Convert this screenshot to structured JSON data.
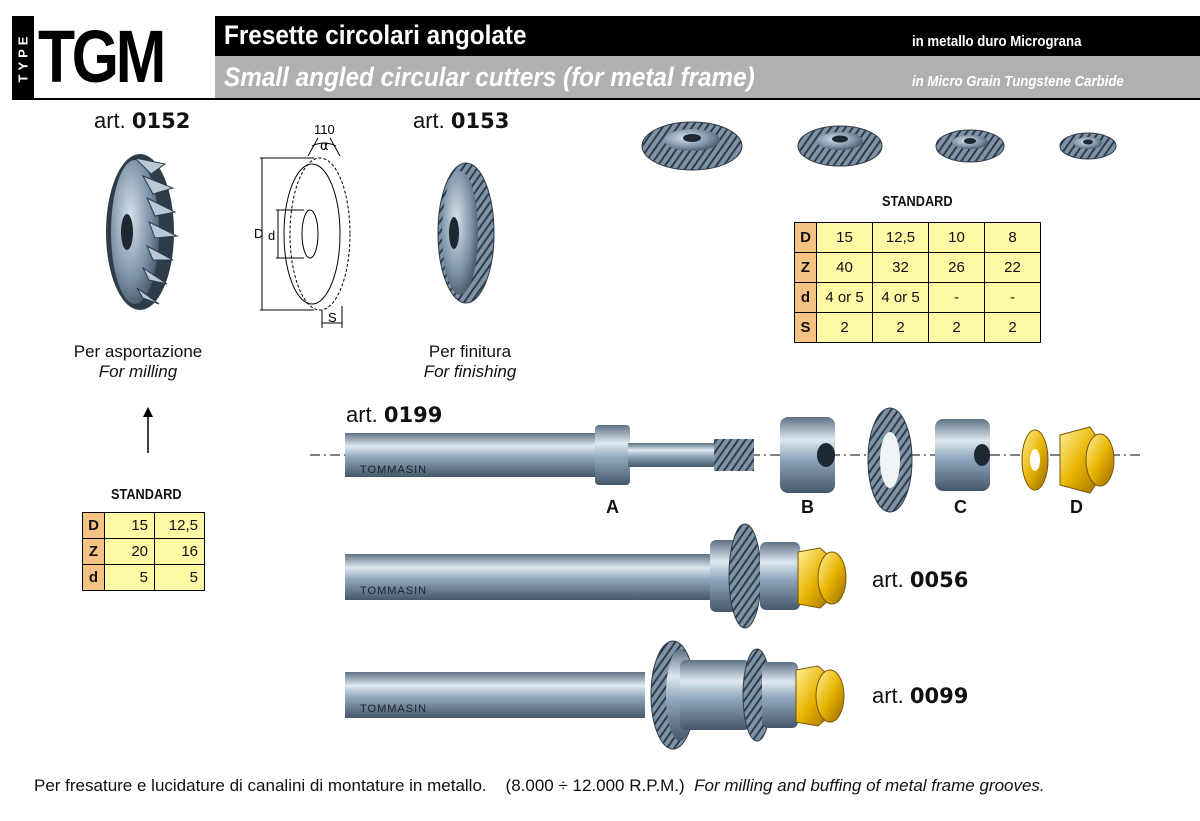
{
  "header": {
    "type_label": "TYPE",
    "logo": "TGM",
    "title_it": "Fresette circolari angolate",
    "subtitle_it": "in metallo duro Micrograna",
    "title_en": "Small angled circular cutters (for metal frame)",
    "subtitle_en": "in Micro Grain Tungstene Carbide"
  },
  "art_0152": {
    "prefix": "art.",
    "code": "0152",
    "caption_it": "Per asportazione",
    "caption_en": "For milling"
  },
  "drawing": {
    "angle_value": "110",
    "angle_symbol": "α",
    "dim_D": "D",
    "dim_d": "d",
    "dim_S": "S"
  },
  "art_0153": {
    "prefix": "art.",
    "code": "0153",
    "caption_it": "Per finitura",
    "caption_en": "For finishing"
  },
  "standard_large": {
    "title": "STANDARD",
    "rows": [
      {
        "label": "D",
        "values": [
          "15",
          "12,5",
          "10",
          "8"
        ]
      },
      {
        "label": "Z",
        "values": [
          "40",
          "32",
          "26",
          "22"
        ]
      },
      {
        "label": "d",
        "values": [
          "4 or 5",
          "4 or 5",
          "-",
          "-"
        ]
      },
      {
        "label": "S",
        "values": [
          "2",
          "2",
          "2",
          "2"
        ]
      }
    ]
  },
  "standard_small": {
    "title": "STANDARD",
    "rows": [
      {
        "label": "D",
        "values": [
          "15",
          "12,5"
        ]
      },
      {
        "label": "Z",
        "values": [
          "20",
          "16"
        ]
      },
      {
        "label": "d",
        "values": [
          "5",
          "5"
        ]
      }
    ]
  },
  "art_0199": {
    "prefix": "art.",
    "code": "0199",
    "brand": "TOMMASIN",
    "parts": [
      "A",
      "B",
      "C",
      "D"
    ]
  },
  "art_0056": {
    "prefix": "art.",
    "code": "0056",
    "brand": "TOMMASIN"
  },
  "art_0099": {
    "prefix": "art.",
    "code": "0099",
    "brand": "TOMMASIN"
  },
  "footer": {
    "text_it": "Per fresature e lucidature di canalini di montature in metallo.",
    "rpm": "(8.000 ÷ 12.000 R.P.M.)",
    "text_en": "For milling and buffing of metal frame grooves."
  },
  "colors": {
    "steel": "#8fa7bd",
    "table_header": "#f4c282",
    "table_cell": "#fff9a6",
    "nut_gold": "#e8b400"
  }
}
